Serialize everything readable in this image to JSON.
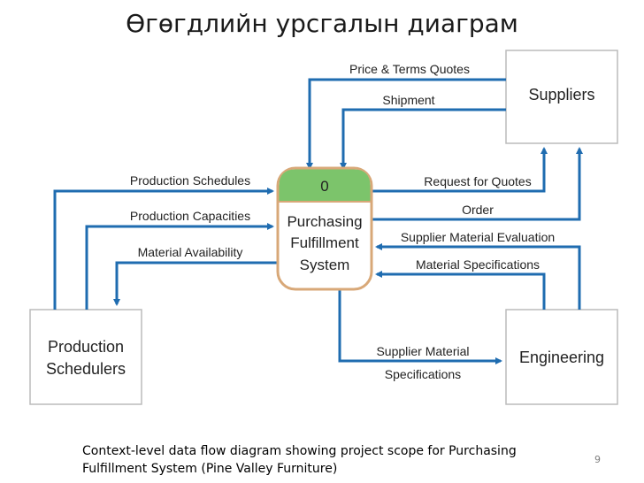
{
  "title": "Өгөгдлийн урсгалын диаграм",
  "diagram": {
    "process": {
      "id": "0",
      "name_lines": [
        "Purchasing",
        "Fulfillment",
        "System"
      ],
      "header_color": "#7cc46b"
    },
    "entities": {
      "suppliers": "Suppliers",
      "engineering": "Engineering",
      "production_schedulers_lines": [
        "Production",
        "Schedulers"
      ]
    },
    "flows": {
      "price_terms_quotes": "Price & Terms Quotes",
      "shipment": "Shipment",
      "request_for_quotes": "Request for Quotes",
      "order": "Order",
      "supplier_material_evaluation": "Supplier Material Evaluation",
      "material_specifications": "Material Specifications",
      "production_schedules": "Production Schedules",
      "production_capacities": "Production Capacities",
      "material_availability": "Material Availability",
      "supplier_material_specifications_lines": [
        "Supplier Material",
        "Specifications"
      ]
    },
    "colors": {
      "flow_line": "#1f6cb0",
      "process_border": "#d8a878"
    }
  },
  "caption_lines": [
    "Context-level data flow diagram showing project scope for Purchasing",
    "Fulfillment System (Pine Valley Furniture)"
  ],
  "page_number": "9"
}
